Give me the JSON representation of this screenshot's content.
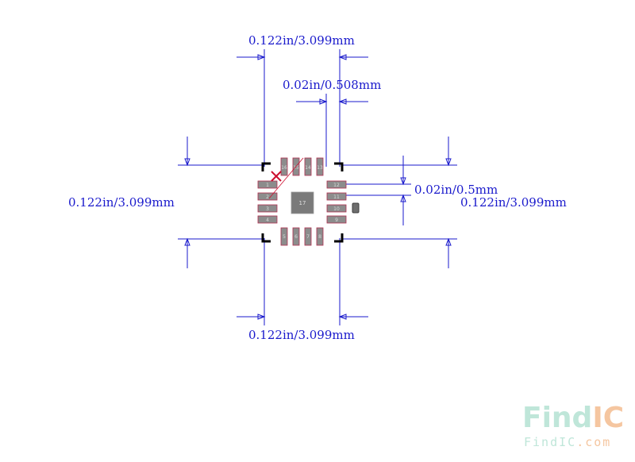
{
  "dimensions": {
    "top_width": "0.122in/3.099mm",
    "pad_pitch": "0.02in/0.508mm",
    "pad_width": "0.02in/0.5mm",
    "left_height": "0.122in/3.099mm",
    "right_height": "0.122in/3.099mm",
    "bottom_width": "0.122in/3.099mm"
  },
  "package": {
    "center_pad_label": "17",
    "pads_top": [
      "16",
      "15",
      "14",
      "13"
    ],
    "pads_bottom": [
      "5",
      "6",
      "7",
      "8"
    ],
    "pads_left": [
      "1",
      "2",
      "3",
      "4"
    ],
    "pads_right": [
      "12",
      "11",
      "10",
      "9"
    ]
  },
  "watermark": {
    "logo_part1": "Find",
    "logo_part2": "IC",
    "url_part1": "FindIC",
    "url_part2": ".com"
  },
  "colors": {
    "dimension": "#1a1acc",
    "pad": "#8c8c8c",
    "pad_outline": "#b03050",
    "corner_marker": "#000000",
    "pin1_marker": "#cc1030",
    "logo_light": "#bfe6d9",
    "logo_accent": "#f5c6a0"
  }
}
